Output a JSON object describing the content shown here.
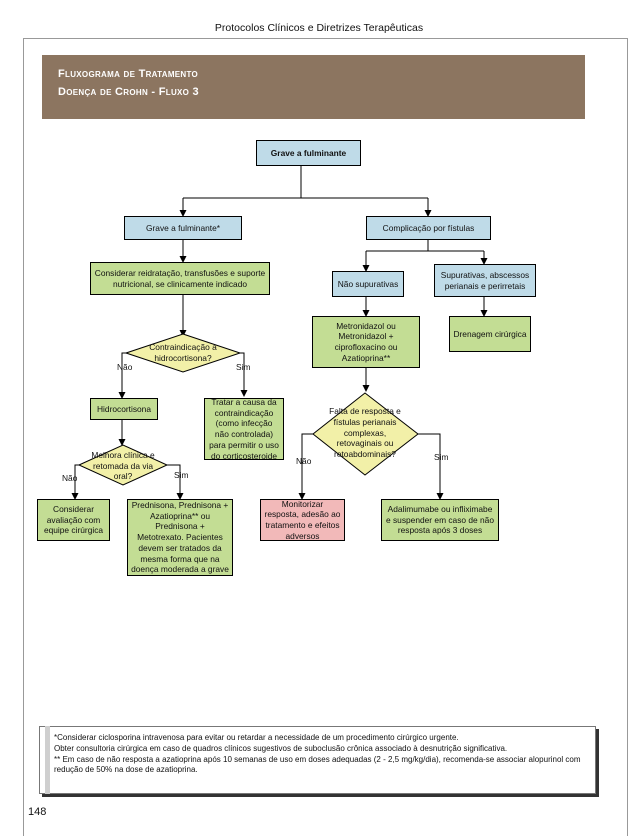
{
  "header": {
    "title": "Protocolos Clínicos e Diretrizes Terapêuticas"
  },
  "banner": {
    "line1": "Fluxograma de Tratamento",
    "line2": "Doença de Crohn - Fluxo 3"
  },
  "flow": {
    "root": "Grave a fulminante",
    "grave": "Grave a fulminante*",
    "complicacao": "Complicação por fístulas",
    "considerar_reidratacao": "Considerar reidratação, transfusões e suporte nutricional, se clinicamente indicado",
    "nao_supurativas": "Não supurativas",
    "supurativas": "Supurativas, abscessos perianais e perirretais",
    "contraindicacao": "Contraindicação a hidrocortisona?",
    "metronidazol": "Metronidazol ou Metronidazol + ciprofloxacino ou Azatioprina**",
    "drenagem": "Drenagem cirúrgica",
    "hidrocortisona": "Hidrocortisona",
    "tratar_causa": "Tratar a causa da contraindicação (como infecção não controlada) para permitir o uso do corticosteroide",
    "falta_resposta": "Falta de resposta e fístulas perianais complexas, retovaginais ou retoabdominais?",
    "melhora": "Melhora clínica e retomada da via oral?",
    "avaliacao": "Considerar avaliação com equipe cirúrgica",
    "prednisona": "Prednisona, Prednisona + Azatioprina** ou Prednisona + Metotrexato. Pacientes devem ser tratados da mesma forma que na doença moderada a grave",
    "monitorizar": "Monitorizar resposta, adesão ao tratamento e efeitos adversos",
    "adalimumabe": "Adalimumabe ou infliximabe e suspender em caso de não resposta após 3 doses",
    "nao": "Não",
    "sim": "Sim"
  },
  "notes": {
    "line1": "*Considerar ciclosporina intravenosa para evitar ou retardar a necessidade de um procedimento cirúrgico urgente.",
    "line2": "Obter consultoria cirúrgica em caso de quadros clínicos sugestivos de suboclusão crônica associado à desnutrição significativa.",
    "line3": "** Em caso de não resposta a azatioprina após 10 semanas de uso em doses adequadas (2 - 2,5 mg/kg/dia), recomenda-se associar alopurinol com redução de 50% na dose de azatioprina."
  },
  "page_number": "148",
  "colors": {
    "blue": "#bfdbe8",
    "green": "#c3dd94",
    "pink": "#f2b9b9",
    "banner": "#8c7560"
  }
}
